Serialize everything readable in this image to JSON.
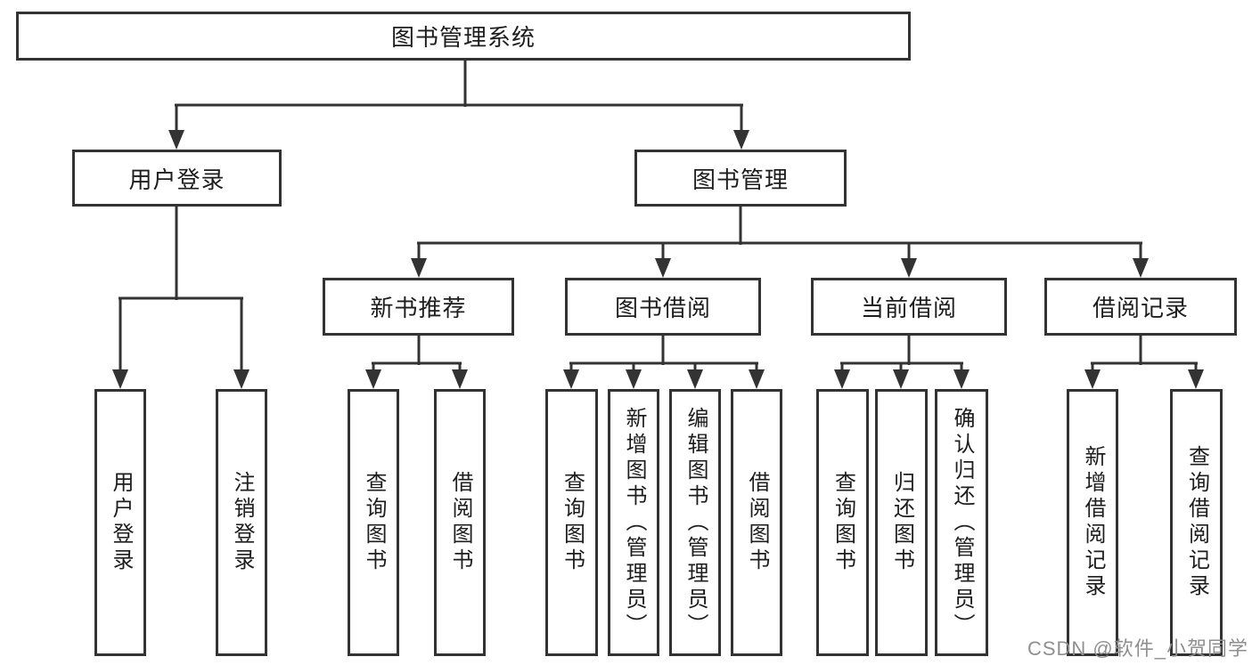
{
  "diagram": {
    "root": {
      "label": "图书管理系统"
    },
    "level2": {
      "user_login": {
        "label": "用户登录"
      },
      "book_management": {
        "label": "图书管理"
      }
    },
    "level3": {
      "new_book_recommendation": {
        "label": "新书推荐"
      },
      "book_borrowing": {
        "label": "图书借阅"
      },
      "current_borrowing": {
        "label": "当前借阅"
      },
      "borrowing_records": {
        "label": "借阅记录"
      }
    },
    "leaves": {
      "user_login": {
        "label": "用户登录"
      },
      "logout": {
        "label": "注销登录"
      },
      "rec_query_books": {
        "label": "查询图书"
      },
      "rec_borrow_books": {
        "label": "借阅图书"
      },
      "bb_query_books": {
        "label": "查询图书"
      },
      "bb_add_books": {
        "label": "新增图书（管理员）"
      },
      "bb_edit_books": {
        "label": "编辑图书（管理员）"
      },
      "bb_borrow_books": {
        "label": "借阅图书"
      },
      "cb_query_books": {
        "label": "查询图书"
      },
      "cb_return_books": {
        "label": "归还图书"
      },
      "cb_confirm_return": {
        "label": "确认归还（管理员）"
      },
      "records_add": {
        "label": "新增借阅记录"
      },
      "records_query": {
        "label": "查询借阅记录"
      }
    },
    "edges": [
      [
        "图书管理系统",
        "用户登录"
      ],
      [
        "图书管理系统",
        "图书管理"
      ],
      [
        "用户登录",
        "用户登录"
      ],
      [
        "用户登录",
        "注销登录"
      ],
      [
        "图书管理",
        "新书推荐"
      ],
      [
        "图书管理",
        "图书借阅"
      ],
      [
        "图书管理",
        "当前借阅"
      ],
      [
        "图书管理",
        "借阅记录"
      ],
      [
        "新书推荐",
        "查询图书"
      ],
      [
        "新书推荐",
        "借阅图书"
      ],
      [
        "图书借阅",
        "查询图书"
      ],
      [
        "图书借阅",
        "新增图书（管理员）"
      ],
      [
        "图书借阅",
        "编辑图书（管理员）"
      ],
      [
        "图书借阅",
        "借阅图书"
      ],
      [
        "当前借阅",
        "查询图书"
      ],
      [
        "当前借阅",
        "归还图书"
      ],
      [
        "当前借阅",
        "确认归还（管理员）"
      ],
      [
        "借阅记录",
        "新增借阅记录"
      ],
      [
        "借阅记录",
        "查询借阅记录"
      ]
    ],
    "colors": {
      "line": "#333333",
      "text": "#1d1d1d",
      "watermark": "#8f8f8f",
      "background": "#ffffff"
    },
    "watermark": "CSDN @软件_小贺同学"
  }
}
